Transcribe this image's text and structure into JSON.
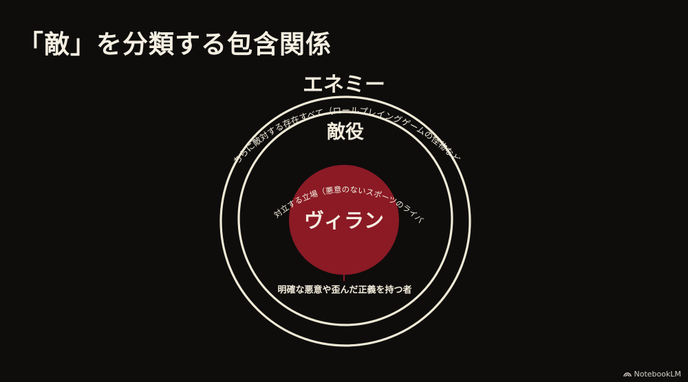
{
  "title": "「敵」を分類する包含関係",
  "outer": {
    "label": "エネミー",
    "description": "こちらに敵対する存在すべて（ロールプレイングゲームの怪物など）"
  },
  "middle": {
    "label": "敵役",
    "description": "主人公と対立する立場（悪意のないスポーツのライバルなど）"
  },
  "inner": {
    "label": "ヴィラン",
    "description": "明確な悪意や歪んだ正義を持つ者"
  },
  "watermark": "NotebookLM",
  "colors": {
    "background": "#0e0d0c",
    "ring": "#f0ead6",
    "core": "#8b1a25",
    "text": "#f3ecdc"
  }
}
